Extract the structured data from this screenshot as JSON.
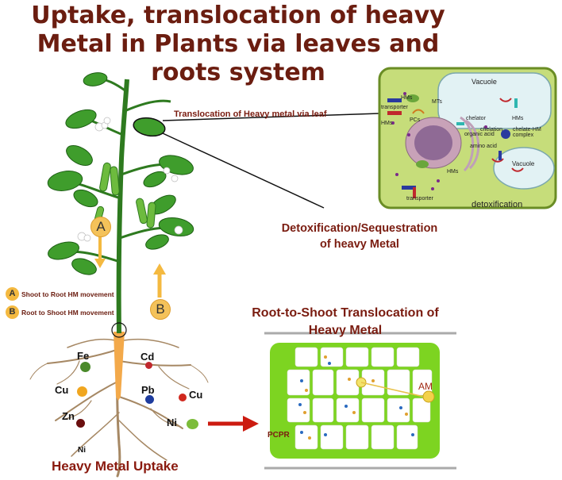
{
  "title": {
    "line1": "Uptake, translocation of heavy",
    "line2": "Metal in Plants via leaves and",
    "line3": "roots system"
  },
  "labels": {
    "leaf_translocation": "Translocation of Heavy metal via leaf",
    "detox_line1": "Detoxification/Sequestration",
    "detox_line2": "of heavy Metal",
    "root_shoot_line1": "Root-to-Shoot Translocation of",
    "root_shoot_line2": "Heavy Metal",
    "uptake": "Heavy Metal Uptake"
  },
  "cell": {
    "vacuole_top": "Vacuole",
    "vacuole_bottom": "Vacuole",
    "hms_1": "HMs",
    "transporter_1": "transporter",
    "hms_2": "HMs",
    "mts": "MTs",
    "pcs": "PCs",
    "organic_acid": "organic acid",
    "chelator": "chelator",
    "hms_3": "HMs",
    "chelation": "chelation",
    "complex": "chelate-HM complex",
    "amino_acid": "amino acid",
    "hms_4": "HMs",
    "transporter_2": "transporter",
    "caption": "detoxification"
  },
  "legend": {
    "a_letter": "A",
    "a_text": "Shoot to Root HM movement",
    "b_letter": "B",
    "b_text": "Root to Shoot HM movement"
  },
  "markers": {
    "a": "A",
    "b": "B"
  },
  "metals": {
    "fe": "Fe",
    "cd": "Cd",
    "cu1": "Cu",
    "pb": "Pb",
    "cu2": "Cu",
    "zn": "Zn",
    "ni1": "Ni",
    "ni2": "Ni"
  },
  "root_panel": {
    "am": "AM",
    "pcpr": "PCPR"
  },
  "colors": {
    "title": "#6b1d10",
    "cell_fill": "#c6dd7a",
    "panel_fill": "#7dd421",
    "arrow_red": "#cc1b10",
    "marker_orange": "#f4c25a"
  }
}
